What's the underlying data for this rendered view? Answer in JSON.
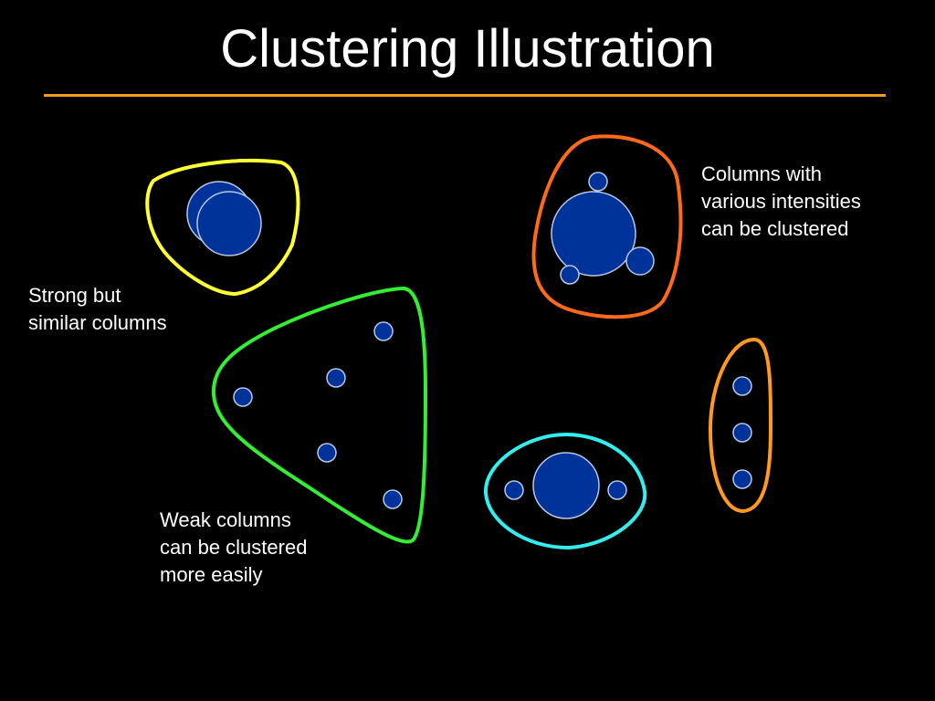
{
  "slide": {
    "title": "Clustering Illustration",
    "accent_color": "#f39a21",
    "background": "#000000"
  },
  "annotations": {
    "various_intensities": {
      "lines": [
        "Columns with",
        "various intensities",
        "can be clustered"
      ]
    },
    "strong_similar": {
      "lines": [
        "Strong but",
        "similar columns"
      ]
    },
    "weak_columns": {
      "lines": [
        "Weak columns",
        "can be clustered",
        "more easily"
      ]
    }
  },
  "clusters": [
    {
      "name": "yellow-cluster",
      "outline_color": "#ffff33",
      "members": 2
    },
    {
      "name": "orange-red-cluster",
      "outline_color": "#ff6a1a",
      "members": 4
    },
    {
      "name": "green-cluster",
      "outline_color": "#33ee33",
      "members": 5
    },
    {
      "name": "cyan-cluster",
      "outline_color": "#33eeee",
      "members": 3
    },
    {
      "name": "orange-cluster",
      "outline_color": "#ff9922",
      "members": 3
    }
  ],
  "node_fill": "#003399",
  "node_stroke": "#b8c6e8"
}
